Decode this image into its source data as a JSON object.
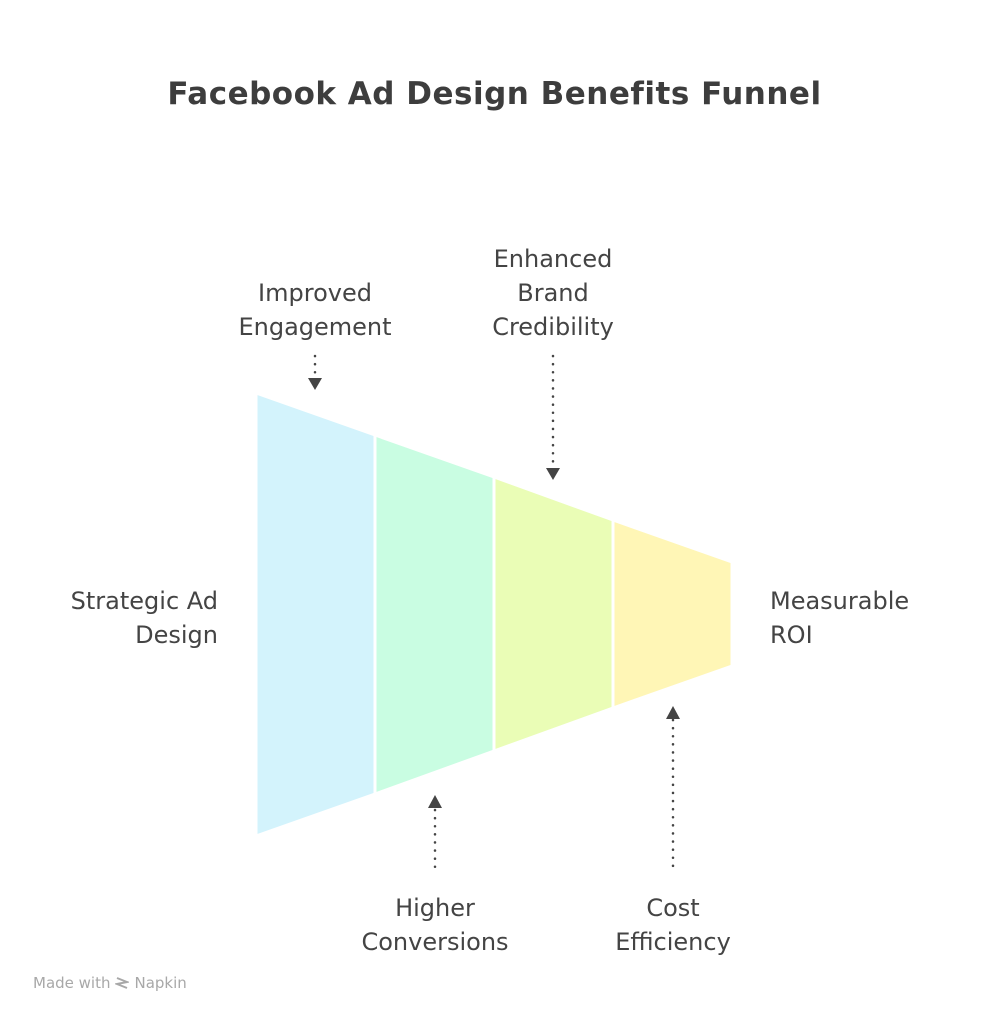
{
  "title": "Facebook Ad Design Benefits Funnel",
  "funnel": {
    "start_label": "Strategic Ad Design",
    "end_label": "Measurable ROI",
    "stages": [
      {
        "color": "#d3f3fc"
      },
      {
        "color": "#c9fde2"
      },
      {
        "color": "#eafdb6"
      },
      {
        "color": "#fff6b6"
      }
    ]
  },
  "benefits": {
    "top": [
      "Improved\nEngagement",
      "Enhanced\nBrand\nCredibility"
    ],
    "bottom": [
      "Higher\nConversions",
      "Cost\nEfficiency"
    ]
  },
  "footer": {
    "made_with": "Made with",
    "brand": "Napkin"
  }
}
